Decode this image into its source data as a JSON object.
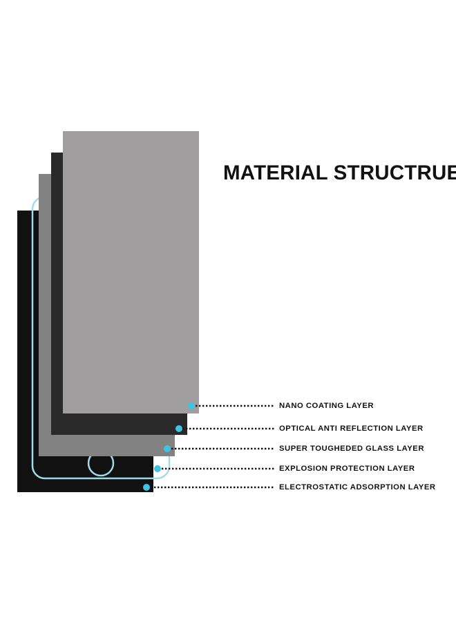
{
  "title": "MATERIAL STRUCTRUE",
  "layers": [
    {
      "label": "NANO COATING LAYER",
      "fill": "#a09e9f"
    },
    {
      "label": "OPTICAL ANTI REFLECTION LAYER",
      "fill": "#2a2a2a"
    },
    {
      "label": "SUPER TOUGHEDED GLASS LAYER",
      "fill": "#838282"
    },
    {
      "label": "EXPLOSION PROTECTION LAYER",
      "fill": "#1a1a1a"
    },
    {
      "label": "ELECTROSTATIC ADSORPTION LAYER",
      "fill": "#111111"
    }
  ],
  "colors": {
    "accent": "#3fc3e0",
    "phone_outline": "#9fdcea",
    "leader": "#111111"
  }
}
